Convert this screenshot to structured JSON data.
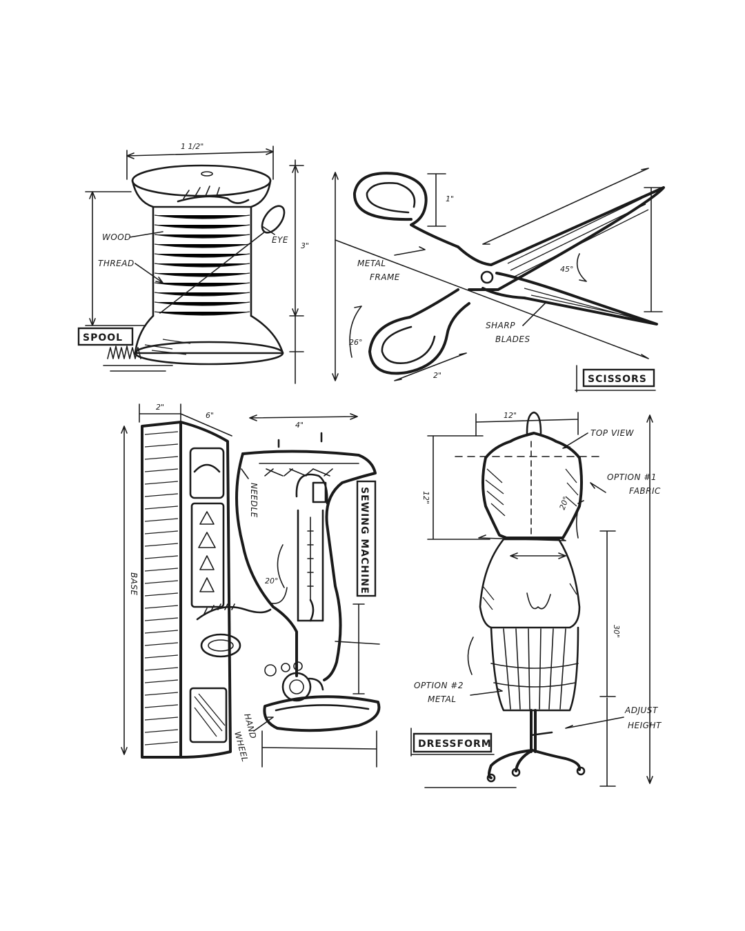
{
  "spool": {
    "title": "SPOOL",
    "labels": {
      "wood": "WOOD",
      "thread": "THREAD",
      "eye": "EYE"
    },
    "dims": {
      "width": "1 1/2\"",
      "height": "3\""
    }
  },
  "scissors": {
    "title": "SCISSORS",
    "labels": {
      "metal_frame_1": "METAL",
      "metal_frame_2": "FRAME",
      "sharp_blades_1": "SHARP",
      "sharp_blades_2": "BLADES"
    },
    "dims": {
      "handle": "1\"",
      "angle": "45°",
      "loop": "2\"",
      "loop_angle": "26°"
    }
  },
  "sewing_machine": {
    "title": "SEWING MACHINE",
    "labels": {
      "needle": "NEEDLE",
      "base": "BASE",
      "hand_wheel_1": "HAND",
      "hand_wheel_2": "WHEEL"
    },
    "dims": {
      "d2": "2\"",
      "d6": "6\"",
      "d4": "4\"",
      "angle": "20°"
    }
  },
  "dressform": {
    "title": "DRESSFORM",
    "labels": {
      "top_view": "TOP VIEW",
      "option1_1": "OPTION #1",
      "option1_2": "FABRIC",
      "option2_1": "OPTION #2",
      "option2_2": "METAL",
      "adjust_1": "ADJUST",
      "adjust_2": "HEIGHT"
    },
    "dims": {
      "d12": "12\"",
      "d12b": "12\"",
      "d30": "30\"",
      "d20": "20°"
    }
  }
}
